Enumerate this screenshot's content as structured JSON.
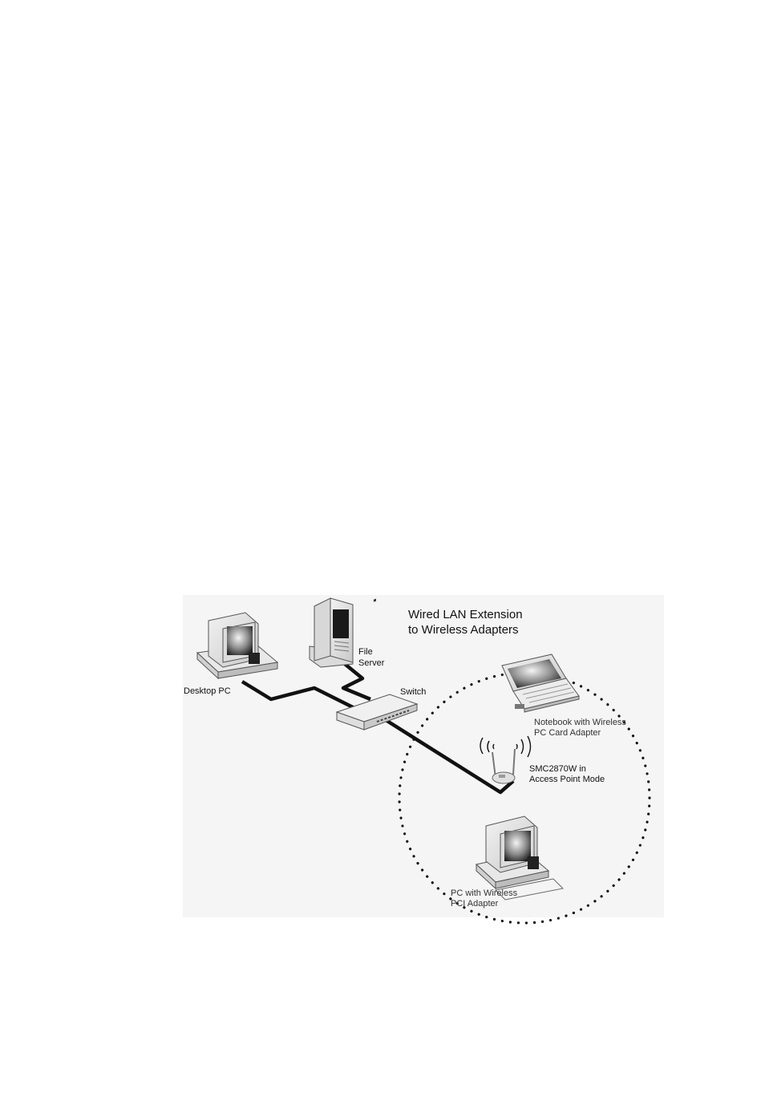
{
  "diagram": {
    "title_line1": "Wired LAN Extension",
    "title_line2": "to Wireless Adapters",
    "nodes": {
      "desktop_pc": "Desktop PC",
      "file_server_line1": "File",
      "file_server_line2": "Server",
      "switch": "Switch",
      "notebook_line1": "Notebook with Wireless",
      "notebook_line2": "PC Card Adapter",
      "access_point_line1": "SMC2870W in",
      "access_point_line2": "Access Point Mode",
      "wireless_pc_line1": "PC with Wireless",
      "wireless_pc_line2": "PCI Adapter"
    }
  }
}
